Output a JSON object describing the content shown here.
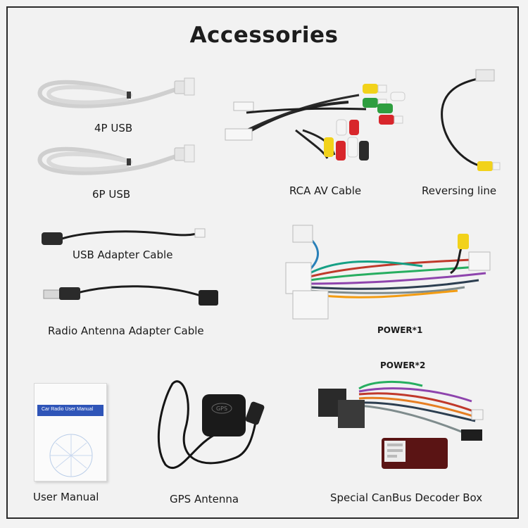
{
  "title": "Accessories",
  "items": {
    "usb_4p": {
      "label": "4P USB"
    },
    "usb_6p": {
      "label": "6P USB"
    },
    "rca_av": {
      "label": "RCA AV Cable"
    },
    "reversing": {
      "label": "Reversing line"
    },
    "usb_adapter": {
      "label": "USB Adapter Cable"
    },
    "radio_antenna": {
      "label": "Radio Antenna Adapter Cable"
    },
    "power1": {
      "label": "POWER*1"
    },
    "power2": {
      "label": "POWER*2"
    },
    "manual": {
      "label": "User Manual",
      "cover_title": "Car Radio User Manual"
    },
    "gps": {
      "label": "GPS Antenna",
      "module_text": "GPS"
    },
    "canbus": {
      "label": "Special CanBus Decoder Box"
    }
  },
  "colors": {
    "frame": "#2b2b2b",
    "background": "#f2f2f2",
    "manual_band": "#2f55b8",
    "rca_yellow": "#f2d21a",
    "rca_red": "#d8262b",
    "rca_white": "#f4f4f4",
    "rca_green": "#2e9e3f"
  }
}
